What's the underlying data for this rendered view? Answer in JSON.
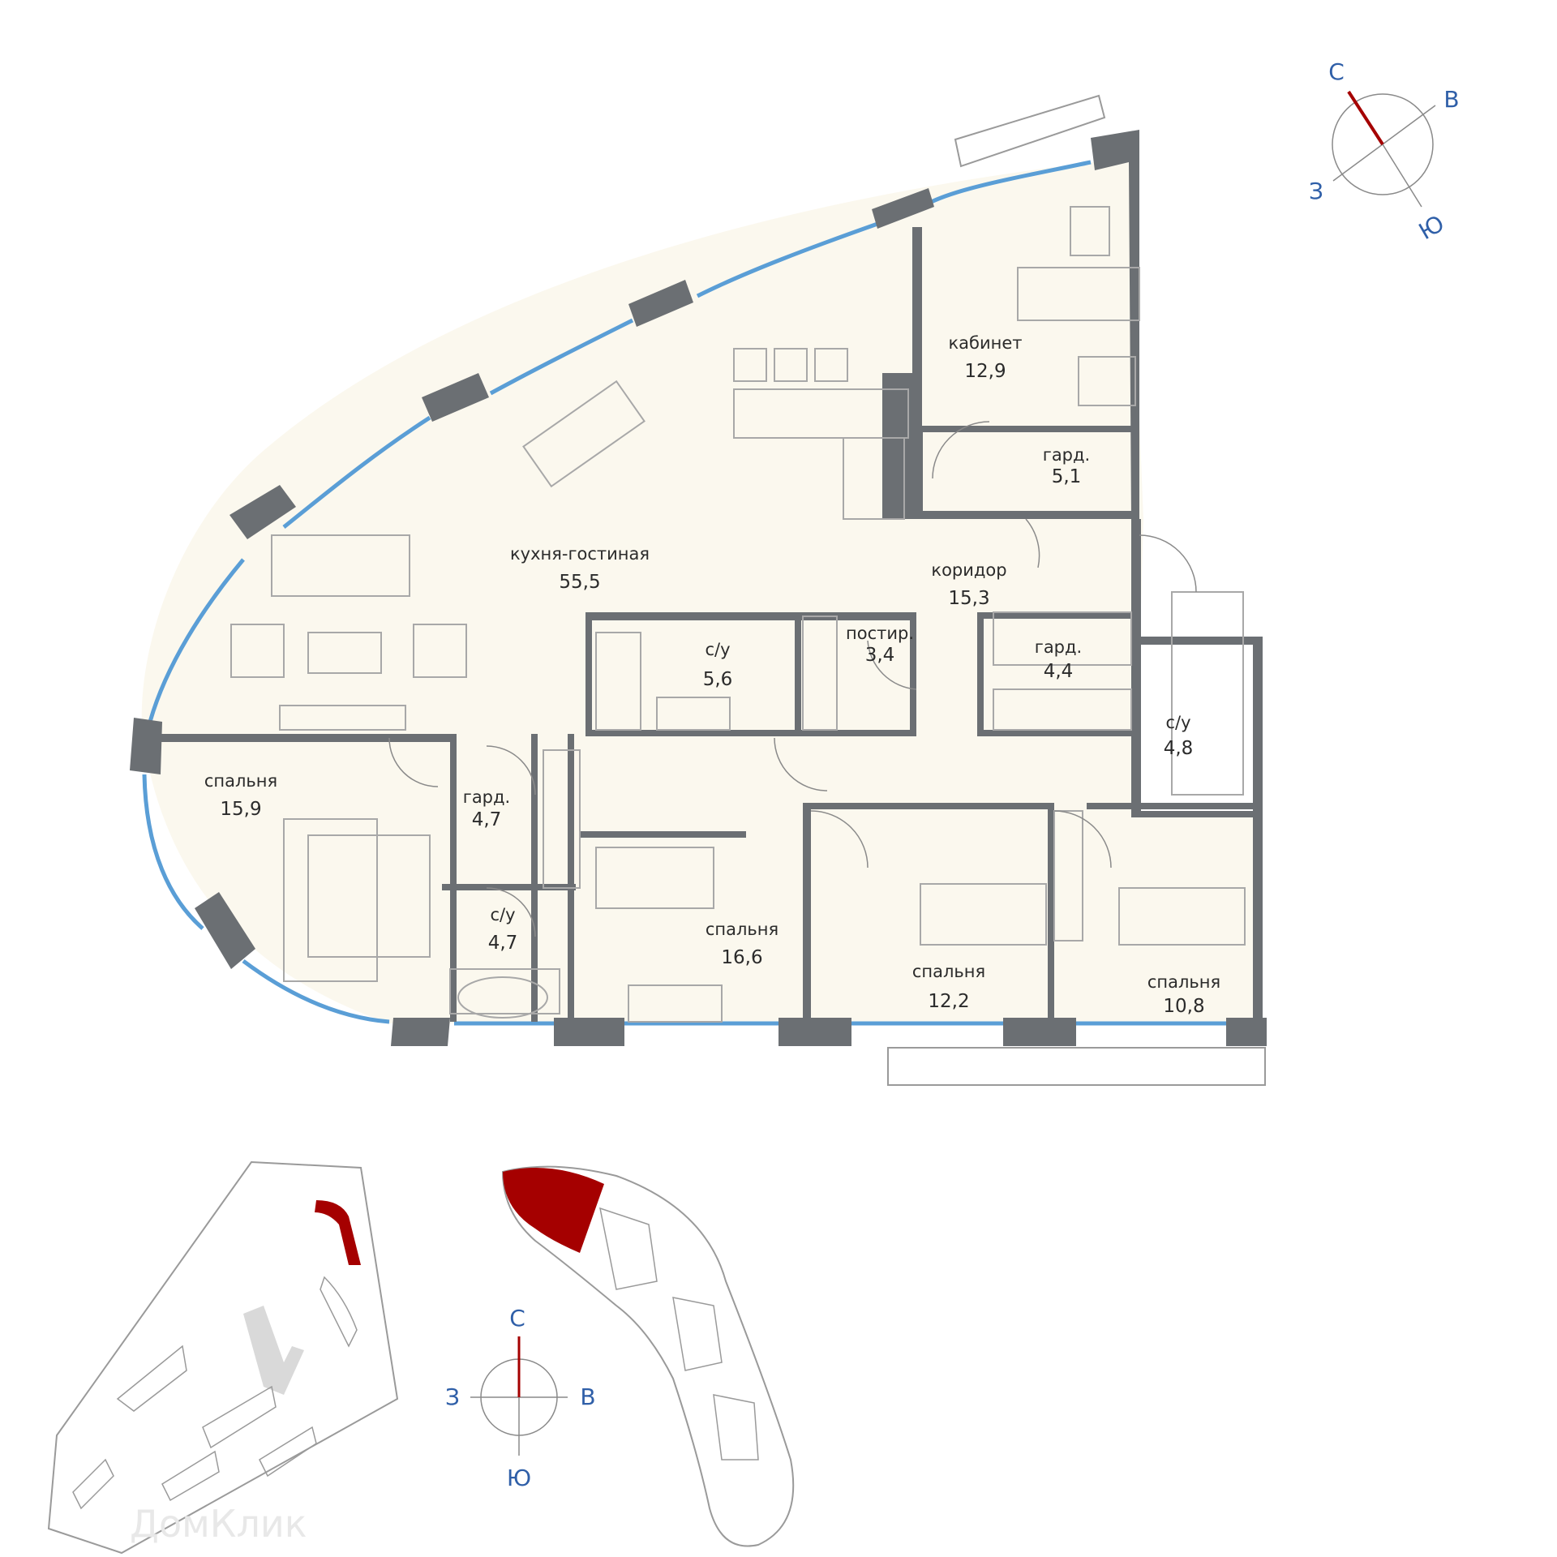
{
  "rooms": [
    {
      "id": "kitchen",
      "name": "кухня-гостиная",
      "area": "55,5"
    },
    {
      "id": "study",
      "name": "кабинет",
      "area": "12,9"
    },
    {
      "id": "ward1",
      "name": "гард.",
      "area": "5,1"
    },
    {
      "id": "corridor",
      "name": "коридор",
      "area": "15,3"
    },
    {
      "id": "laundry",
      "name": "постир.",
      "area": "3,4"
    },
    {
      "id": "bath1",
      "name": "с/у",
      "area": "5,6"
    },
    {
      "id": "ward2",
      "name": "гард.",
      "area": "4,4"
    },
    {
      "id": "bath2",
      "name": "с/у",
      "area": "4,8"
    },
    {
      "id": "bed1",
      "name": "спальня",
      "area": "15,9"
    },
    {
      "id": "ward3",
      "name": "гард.",
      "area": "4,7"
    },
    {
      "id": "bath3",
      "name": "с/у",
      "area": "4,7"
    },
    {
      "id": "bed2",
      "name": "спальня",
      "area": "16,6"
    },
    {
      "id": "bed3",
      "name": "спальня",
      "area": "12,2"
    },
    {
      "id": "bed4",
      "name": "спальня",
      "area": "10,8"
    }
  ],
  "compass_main": {
    "north": "С",
    "east": "В",
    "south": "Ю",
    "west": "З"
  },
  "compass_small": {
    "north": "С",
    "east": "В",
    "south": "Ю",
    "west": "З"
  },
  "watermark": "ДомКлик",
  "colors": {
    "wall": "#6b6f73",
    "floor": "#fbf8ee",
    "glass": "#5a9ed6",
    "highlight": "#a50000",
    "compass_needle": "#a50000",
    "compass_text": "#2f5fa8"
  }
}
